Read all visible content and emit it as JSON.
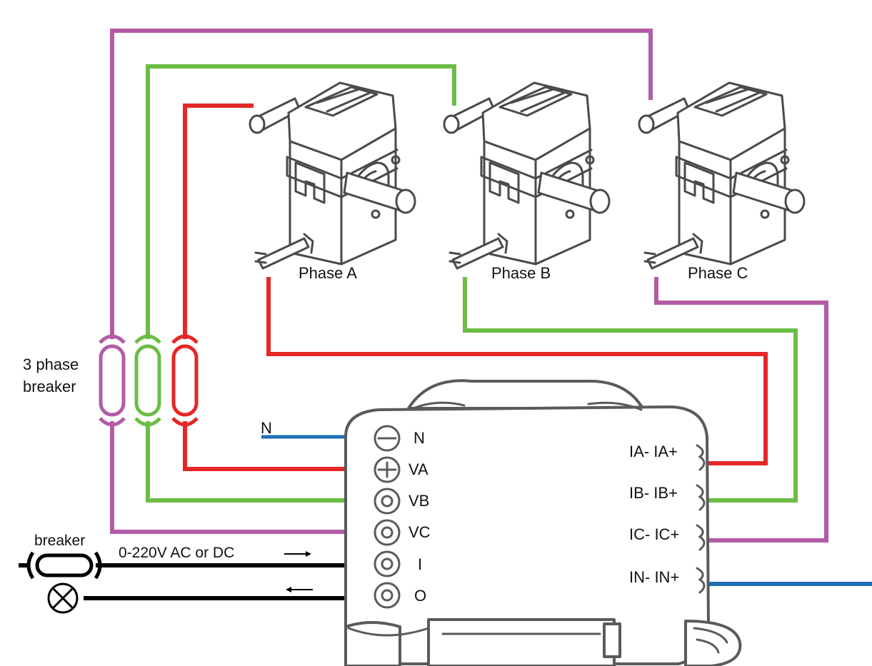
{
  "colors": {
    "phase_a_wire": "#e52728",
    "phase_b_wire": "#6cbd45",
    "phase_c_wire": "#b25ca7",
    "neutral_wire": "#1f6fb5",
    "control_wire": "#000000",
    "outline": "#4a4a4a"
  },
  "current_transformers": [
    {
      "label": "Phase A"
    },
    {
      "label": "Phase B"
    },
    {
      "label": "Phase C"
    }
  ],
  "three_phase_breaker": {
    "label_line1": "3 phase",
    "label_line2": "breaker"
  },
  "neutral_label": "N",
  "device": {
    "left_terminals": [
      "N",
      "VA",
      "VB",
      "VC",
      "I",
      "O"
    ],
    "right_terminals": [
      "IA- IA+",
      "IB- IB+",
      "IC- IC+",
      "IN- IN+"
    ]
  },
  "control_circuit": {
    "breaker_label": "breaker",
    "supply_label": "0-220V AC or DC",
    "lamp_icon": "lamp-icon",
    "arrow_icons": [
      "arrow-right-icon",
      "arrow-left-icon"
    ]
  }
}
